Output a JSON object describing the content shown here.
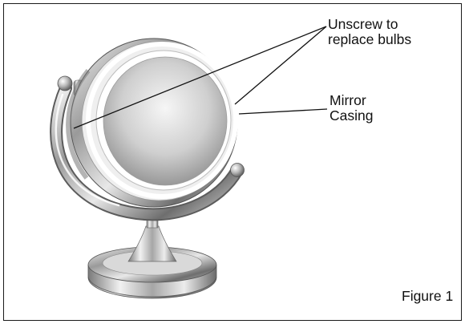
{
  "annotations": {
    "unscrew": {
      "line1": "Unscrew to",
      "line2": "replace bulbs"
    },
    "casing": {
      "line1": "Mirror",
      "line2": "Casing"
    }
  },
  "caption": "Figure 1"
}
